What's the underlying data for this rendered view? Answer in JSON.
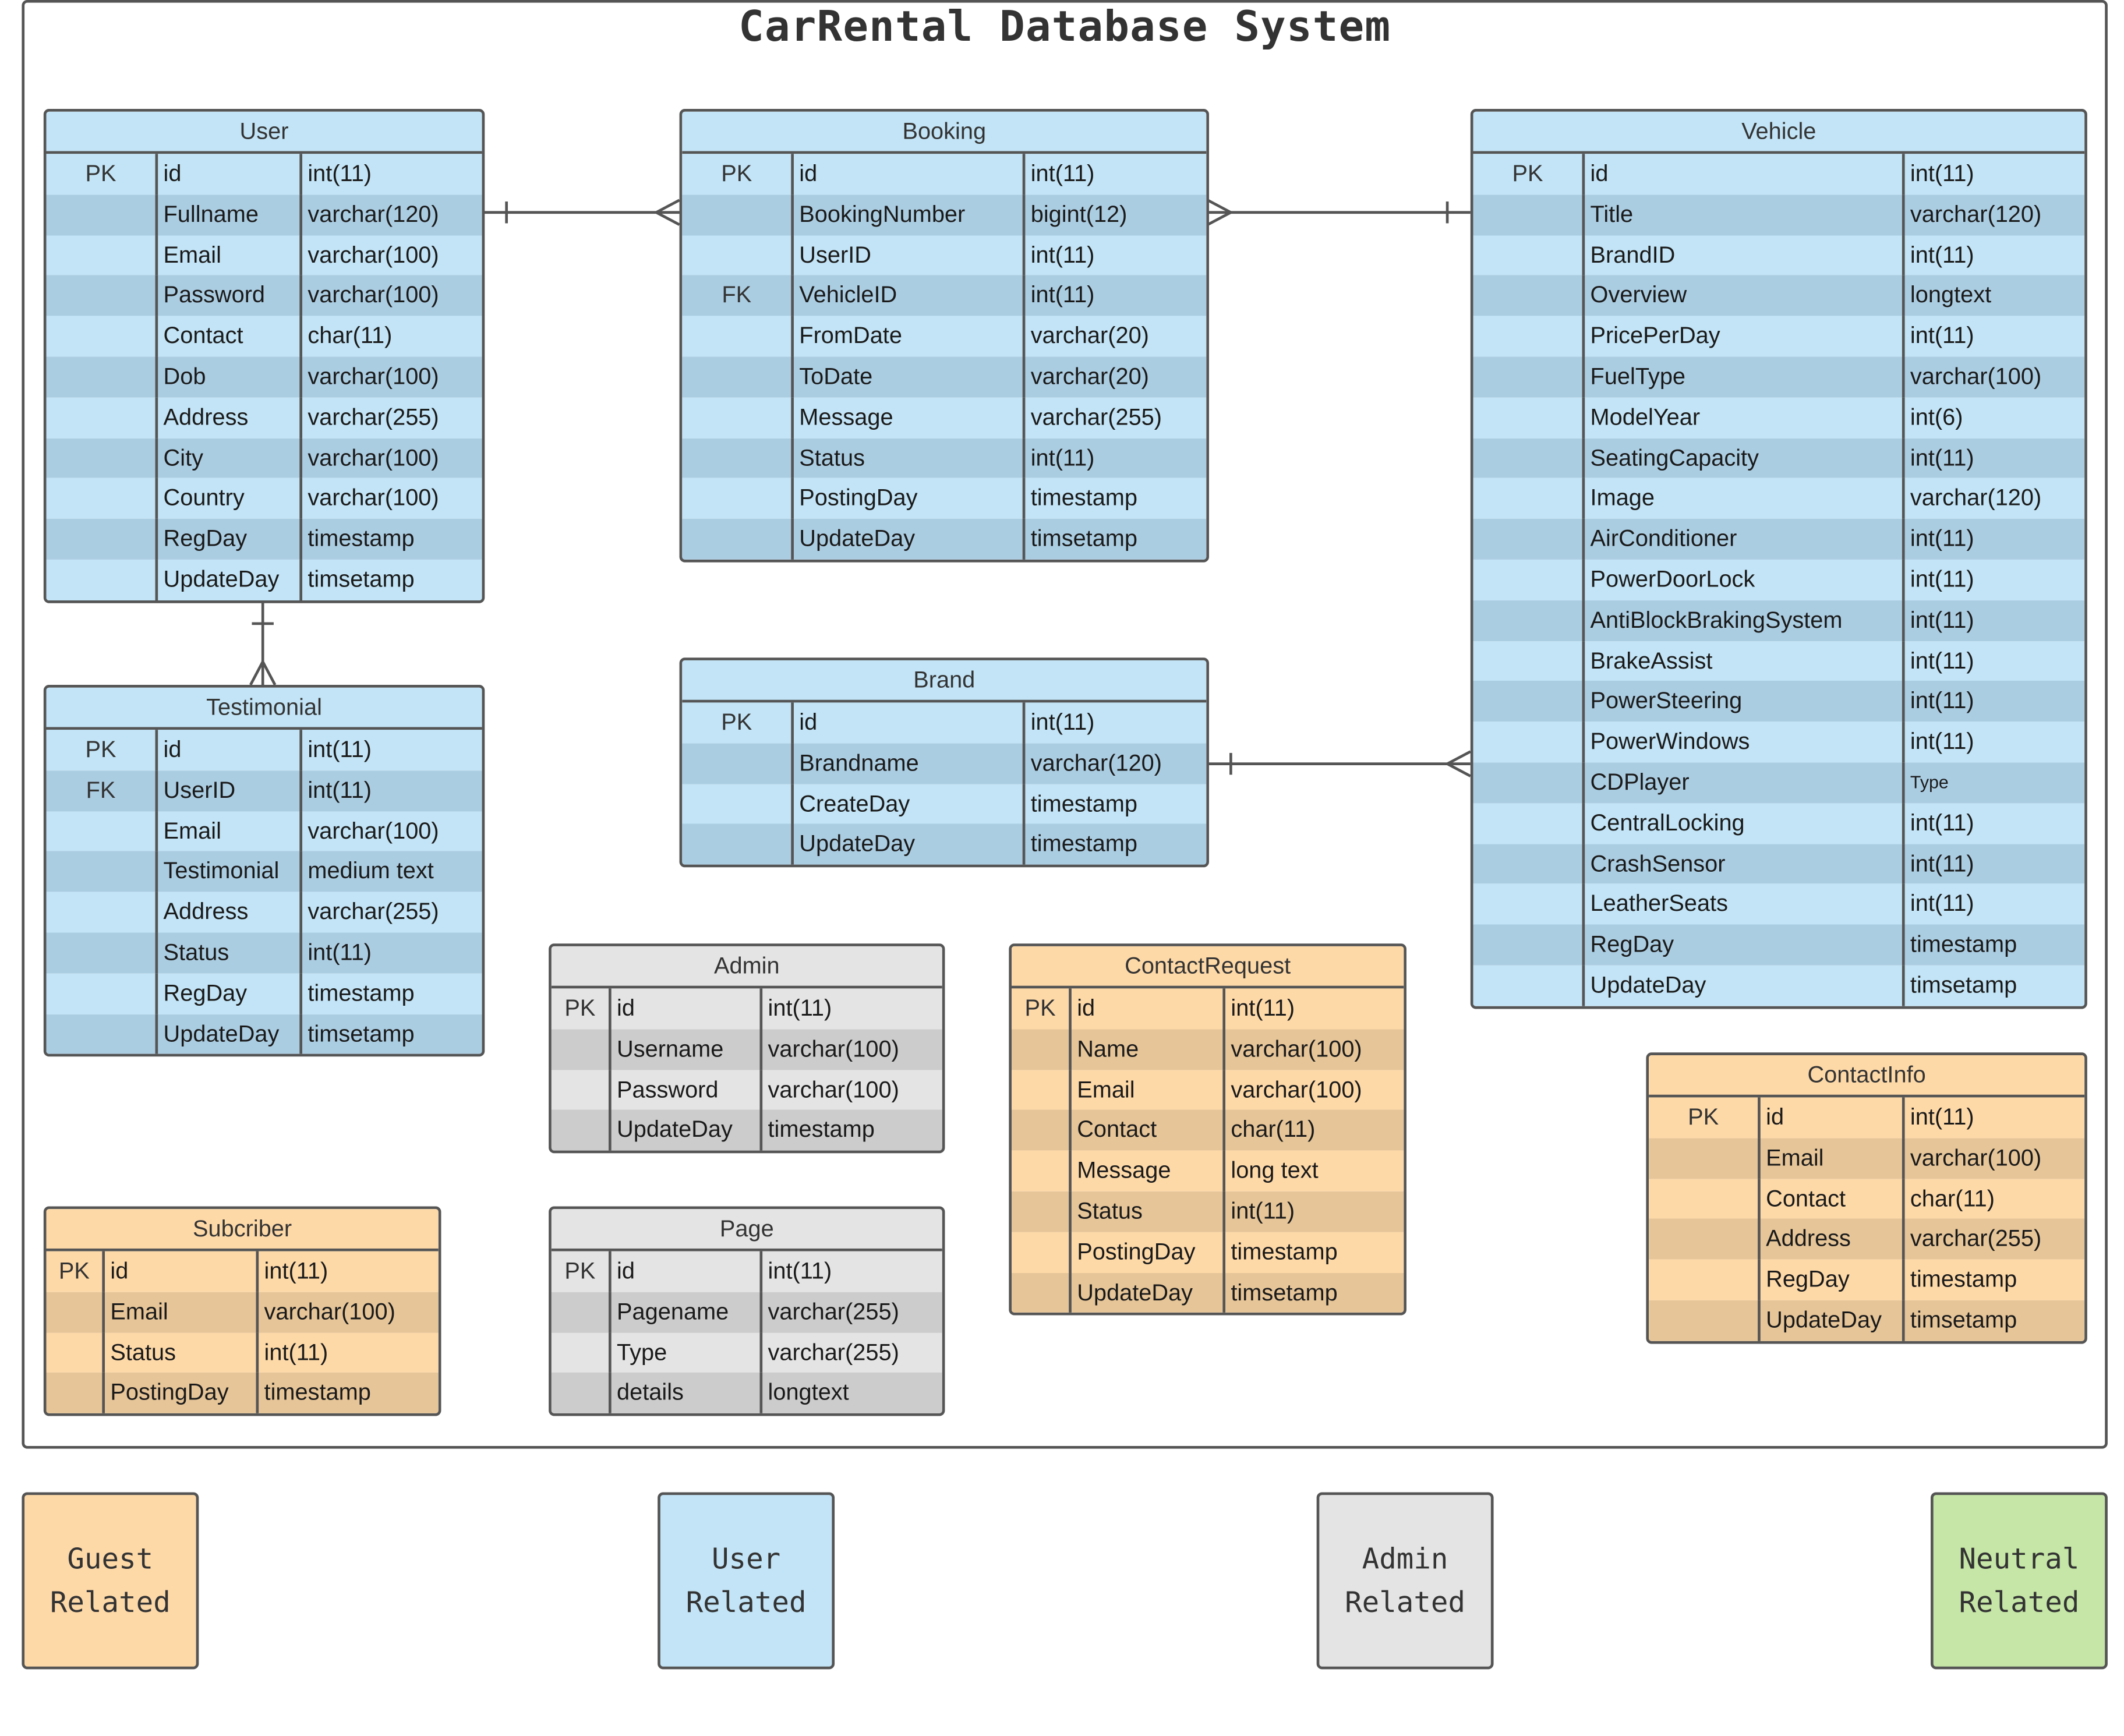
{
  "title": "CarRental Database System",
  "colors": {
    "user": "#c2e4f6",
    "admin": "#e4e4e4",
    "guest": "#fed9a8",
    "neutral": "#c5e6a6"
  },
  "entities": {
    "user": {
      "name": "User",
      "rows": [
        [
          "PK",
          "id",
          "int(11)"
        ],
        [
          "",
          "Fullname",
          "varchar(120)"
        ],
        [
          "",
          "Email",
          "varchar(100)"
        ],
        [
          "",
          "Password",
          "varchar(100)"
        ],
        [
          "",
          "Contact",
          "char(11)"
        ],
        [
          "",
          "Dob",
          "varchar(100)"
        ],
        [
          "",
          "Address",
          "varchar(255)"
        ],
        [
          "",
          "City",
          "varchar(100)"
        ],
        [
          "",
          "Country",
          "varchar(100)"
        ],
        [
          "",
          "RegDay",
          "timestamp"
        ],
        [
          "",
          "UpdateDay",
          "timsetamp"
        ]
      ]
    },
    "booking": {
      "name": "Booking",
      "rows": [
        [
          "PK",
          "id",
          "int(11)"
        ],
        [
          "",
          "BookingNumber",
          "bigint(12)"
        ],
        [
          "",
          "UserID",
          "int(11)"
        ],
        [
          "FK",
          "VehicleID",
          "int(11)"
        ],
        [
          "",
          "FromDate",
          "varchar(20)"
        ],
        [
          "",
          "ToDate",
          "varchar(20)"
        ],
        [
          "",
          "Message",
          "varchar(255)"
        ],
        [
          "",
          "Status",
          "int(11)"
        ],
        [
          "",
          "PostingDay",
          "timestamp"
        ],
        [
          "",
          "UpdateDay",
          "timsetamp"
        ]
      ]
    },
    "vehicle": {
      "name": "Vehicle",
      "rows": [
        [
          "PK",
          "id",
          "int(11)"
        ],
        [
          "",
          "Title",
          "varchar(120)"
        ],
        [
          "",
          "BrandID",
          "int(11)"
        ],
        [
          "",
          "Overview",
          "longtext"
        ],
        [
          "",
          "PricePerDay",
          "int(11)"
        ],
        [
          "",
          "FuelType",
          "varchar(100)"
        ],
        [
          "",
          "ModelYear",
          "int(6)"
        ],
        [
          "",
          "SeatingCapacity",
          "int(11)"
        ],
        [
          "",
          "Image",
          "varchar(120)"
        ],
        [
          "",
          "AirConditioner",
          "int(11)"
        ],
        [
          "",
          "PowerDoorLock",
          "int(11)"
        ],
        [
          "",
          "AntiBlockBrakingSystem",
          "int(11)"
        ],
        [
          "",
          "BrakeAssist",
          "int(11)"
        ],
        [
          "",
          "PowerSteering",
          "int(11)"
        ],
        [
          "",
          "PowerWindows",
          "int(11)"
        ],
        [
          "",
          "CDPlayer",
          "Type"
        ],
        [
          "",
          "CentralLocking",
          "int(11)"
        ],
        [
          "",
          "CrashSensor",
          "int(11)"
        ],
        [
          "",
          "LeatherSeats",
          "int(11)"
        ],
        [
          "",
          "RegDay",
          "timestamp"
        ],
        [
          "",
          "UpdateDay",
          "timsetamp"
        ]
      ]
    },
    "testimonial": {
      "name": "Testimonial",
      "rows": [
        [
          "PK",
          "id",
          "int(11)"
        ],
        [
          "FK",
          "UserID",
          "int(11)"
        ],
        [
          "",
          "Email",
          "varchar(100)"
        ],
        [
          "",
          "Testimonial",
          "medium text"
        ],
        [
          "",
          "Address",
          "varchar(255)"
        ],
        [
          "",
          "Status",
          "int(11)"
        ],
        [
          "",
          "RegDay",
          "timestamp"
        ],
        [
          "",
          "UpdateDay",
          "timsetamp"
        ]
      ]
    },
    "brand": {
      "name": "Brand",
      "rows": [
        [
          "PK",
          "id",
          "int(11)"
        ],
        [
          "",
          "Brandname",
          "varchar(120)"
        ],
        [
          "",
          "CreateDay",
          "timestamp"
        ],
        [
          "",
          "UpdateDay",
          "timestamp"
        ]
      ]
    },
    "admin": {
      "name": "Admin",
      "rows": [
        [
          "PK",
          "id",
          "int(11)"
        ],
        [
          "",
          "Username",
          "varchar(100)"
        ],
        [
          "",
          "Password",
          "varchar(100)"
        ],
        [
          "",
          "UpdateDay",
          "timestamp"
        ]
      ]
    },
    "contactrequest": {
      "name": "ContactRequest",
      "rows": [
        [
          "PK",
          "id",
          "int(11)"
        ],
        [
          "",
          "Name",
          "varchar(100)"
        ],
        [
          "",
          "Email",
          "varchar(100)"
        ],
        [
          "",
          "Contact",
          "char(11)"
        ],
        [
          "",
          "Message",
          "long text"
        ],
        [
          "",
          "Status",
          "int(11)"
        ],
        [
          "",
          "PostingDay",
          "timestamp"
        ],
        [
          "",
          "UpdateDay",
          "timsetamp"
        ]
      ]
    },
    "contactinfo": {
      "name": "ContactInfo",
      "rows": [
        [
          "PK",
          "id",
          "int(11)"
        ],
        [
          "",
          "Email",
          "varchar(100)"
        ],
        [
          "",
          "Contact",
          "char(11)"
        ],
        [
          "",
          "Address",
          "varchar(255)"
        ],
        [
          "",
          "RegDay",
          "timestamp"
        ],
        [
          "",
          "UpdateDay",
          "timsetamp"
        ]
      ]
    },
    "subcriber": {
      "name": "Subcriber",
      "rows": [
        [
          "PK",
          "id",
          "int(11)"
        ],
        [
          "",
          "Email",
          "varchar(100)"
        ],
        [
          "",
          "Status",
          "int(11)"
        ],
        [
          "",
          "PostingDay",
          "timestamp"
        ]
      ]
    },
    "page": {
      "name": "Page",
      "rows": [
        [
          "PK",
          "id",
          "int(11)"
        ],
        [
          "",
          "Pagename",
          "varchar(255)"
        ],
        [
          "",
          "Type",
          "varchar(255)"
        ],
        [
          "",
          "details",
          "longtext"
        ]
      ]
    }
  },
  "legend": [
    {
      "label": "Guest\nRelated",
      "color": "#fed9a8"
    },
    {
      "label": "User\nRelated",
      "color": "#c2e4f6"
    },
    {
      "label": "Admin\nRelated",
      "color": "#e4e4e4"
    },
    {
      "label": "Neutral\nRelated",
      "color": "#c5e6a6"
    }
  ]
}
